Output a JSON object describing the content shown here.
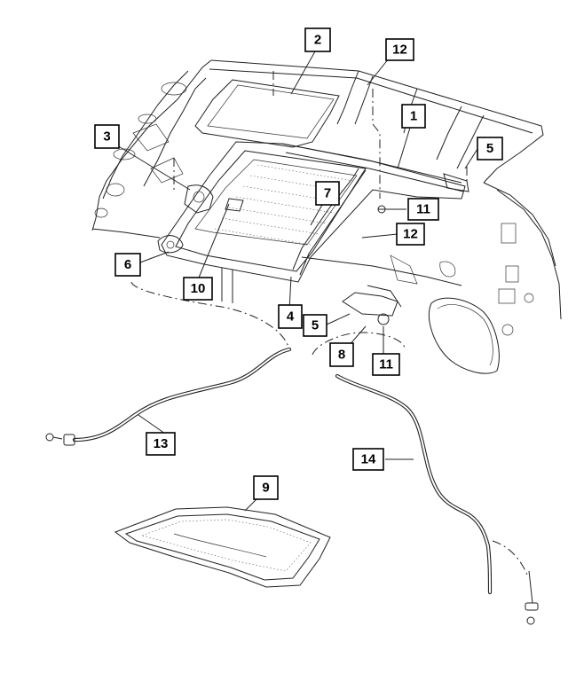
{
  "diagram": {
    "callouts": [
      {
        "id": "c1",
        "label": "1"
      },
      {
        "id": "c2",
        "label": "2"
      },
      {
        "id": "c3",
        "label": "3"
      },
      {
        "id": "c4",
        "label": "4"
      },
      {
        "id": "c5a",
        "label": "5"
      },
      {
        "id": "c5b",
        "label": "5"
      },
      {
        "id": "c6",
        "label": "6"
      },
      {
        "id": "c7",
        "label": "7"
      },
      {
        "id": "c8",
        "label": "8"
      },
      {
        "id": "c9",
        "label": "9"
      },
      {
        "id": "c10",
        "label": "10"
      },
      {
        "id": "c11a",
        "label": "11"
      },
      {
        "id": "c11b",
        "label": "11"
      },
      {
        "id": "c12a",
        "label": "12"
      },
      {
        "id": "c12b",
        "label": "12"
      },
      {
        "id": "c13",
        "label": "13"
      },
      {
        "id": "c14",
        "label": "14"
      }
    ]
  }
}
